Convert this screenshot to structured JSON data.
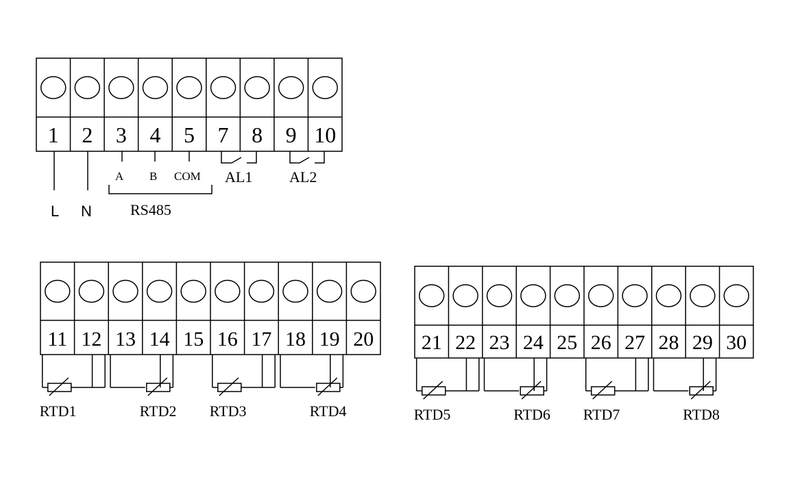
{
  "terminals": {
    "top": [
      "1",
      "2",
      "3",
      "4",
      "5",
      "7",
      "8",
      "9",
      "10"
    ],
    "left": [
      "11",
      "12",
      "13",
      "14",
      "15",
      "16",
      "17",
      "18",
      "19",
      "20"
    ],
    "right": [
      "21",
      "22",
      "23",
      "24",
      "25",
      "26",
      "27",
      "28",
      "29",
      "30"
    ]
  },
  "labels": {
    "L": "L",
    "N": "N",
    "A": "A",
    "B": "B",
    "COM": "COM",
    "RS485": "RS485",
    "AL1": "AL1",
    "AL2": "AL2"
  },
  "rtd": [
    "RTD1",
    "RTD2",
    "RTD3",
    "RTD4",
    "RTD5",
    "RTD6",
    "RTD7",
    "RTD8"
  ],
  "colors": {
    "line": "#000000",
    "background": "#ffffff"
  }
}
